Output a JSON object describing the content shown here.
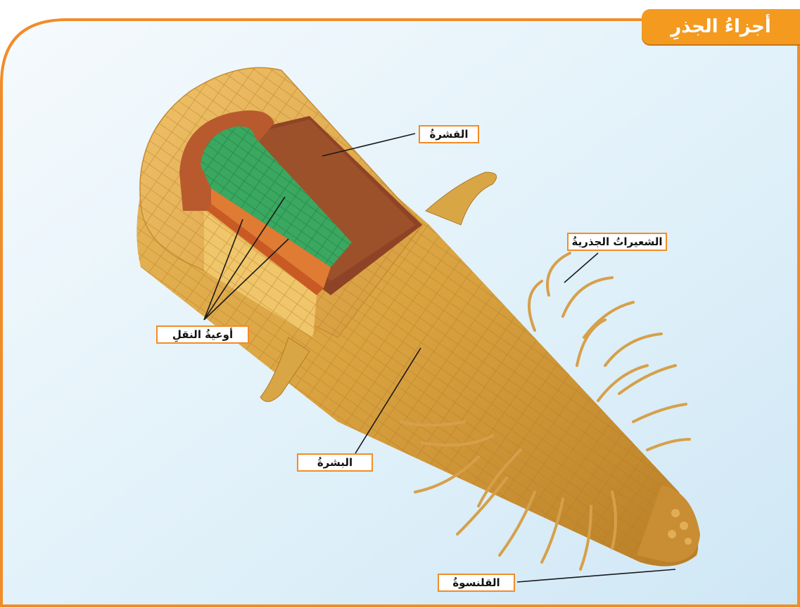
{
  "title": "أجزاءُ الجذرِ",
  "labels": {
    "cortex": "القشرةُ",
    "root_hairs": "الشعيراتُ الجذريةُ",
    "vessels": "أوعيةُ النقلِ",
    "epidermis": "البشرةُ",
    "root_cap": "القلنسوةُ"
  },
  "colors": {
    "frame": "#f28c28",
    "tab": "#f39a1f",
    "background": "#e3f2fa",
    "root_tan": "#d9a646",
    "vessels_green": "#3aa860",
    "cortex_brown": "#8a3e25"
  }
}
